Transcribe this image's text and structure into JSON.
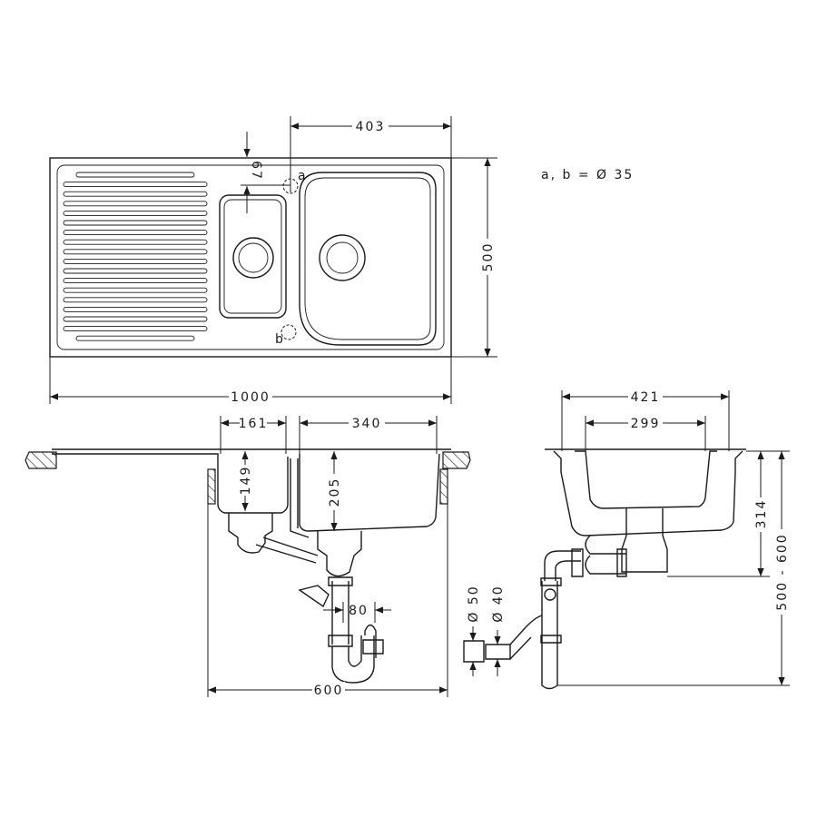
{
  "legend": "a, b = Ø 35",
  "labels": {
    "tap_hole_a": "a",
    "tap_hole_b": "b"
  },
  "dimensions": {
    "top_view": {
      "tap_offset_x": "403",
      "tap_offset_y": "67",
      "depth": "500",
      "width": "1000"
    },
    "side_view": {
      "small_bowl_width": "161",
      "large_bowl_width": "340",
      "small_bowl_depth": "149",
      "large_bowl_depth": "205",
      "trap_offset": "80",
      "cabinet_width": "600"
    },
    "end_view": {
      "outer_width": "421",
      "inner_width": "299",
      "drain_height": "314",
      "install_height": "500 - 600",
      "pipe_50": "Ø 50",
      "pipe_40": "Ø 40"
    }
  }
}
